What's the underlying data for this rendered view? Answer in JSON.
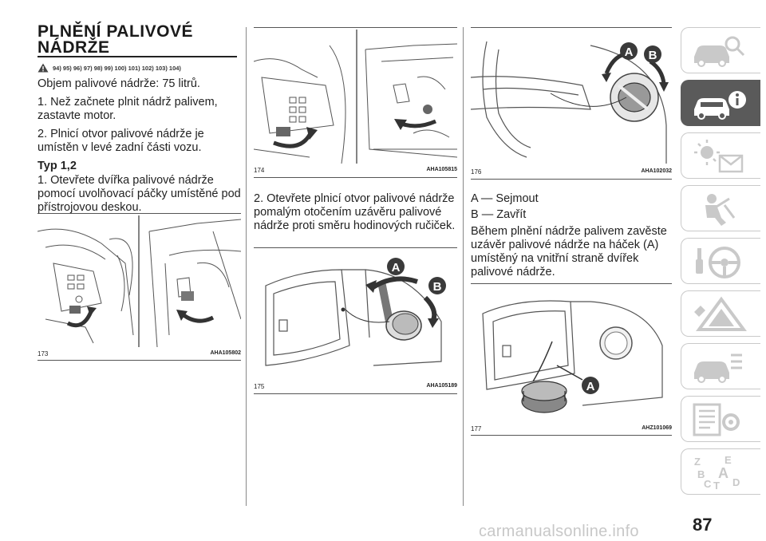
{
  "section": {
    "title_line1": "PLNĚNÍ PALIVOVÉ",
    "title_line2": "NÁDRŽE",
    "notes": "94) 95) 96) 97) 98) 99) 100) 101) 102) 103) 104)"
  },
  "col1": {
    "p1": "Objem palivové nádrže: 75 litrů.",
    "p2": "1. Než začnete plnit nádrž palivem, zastavte motor.",
    "p3": "2. Plnicí otvor palivové nádrže je umístěn v levé zadní části vozu.",
    "subhead": "Typ 1,2",
    "p4": "1. Otevřete dvířka palivové nádrže pomocí uvolňovací páčky umístěné pod přístrojovou deskou."
  },
  "col2": {
    "p1": "2. Otevřete plnicí otvor palivové nádrže pomalým otočením uzávěru palivové nádrže proti směru hodinových ručiček."
  },
  "col3": {
    "legend_a": "A — Sejmout",
    "legend_b": "B — Zavřít",
    "p1": "Během plnění nádrže palivem zavěste uzávěr palivové nádrže na háček (A) umístěný na vnitřní straně dvířek palivové nádrže."
  },
  "figures": {
    "f173": {
      "num": "173",
      "code": "AHA105802"
    },
    "f174": {
      "num": "174",
      "code": "AHA105815"
    },
    "f175": {
      "num": "175",
      "code": "AHA105189",
      "label_a": "A",
      "label_b": "B"
    },
    "f176": {
      "num": "176",
      "code": "AHA102032",
      "label_a": "A",
      "label_b": "B"
    },
    "f177": {
      "num": "177",
      "code": "AHZ101069",
      "label_a": "A"
    }
  },
  "sidebar": {
    "tabs": [
      "car-search-icon",
      "car-info-icon",
      "dashboard-lights-icon",
      "airbag-icon",
      "steering-wheel-icon",
      "warning-triangle-icon",
      "car-service-icon",
      "technical-data-icon",
      "index-icon"
    ],
    "active_index": 1,
    "index_letters": [
      "Z",
      "E",
      "B",
      "A",
      "C",
      "T",
      "D"
    ]
  },
  "page": {
    "number": "87",
    "watermark": "carmanualsonline.info"
  },
  "colors": {
    "accent": "#5a5a5a",
    "tab_border": "#c9c9c9"
  }
}
